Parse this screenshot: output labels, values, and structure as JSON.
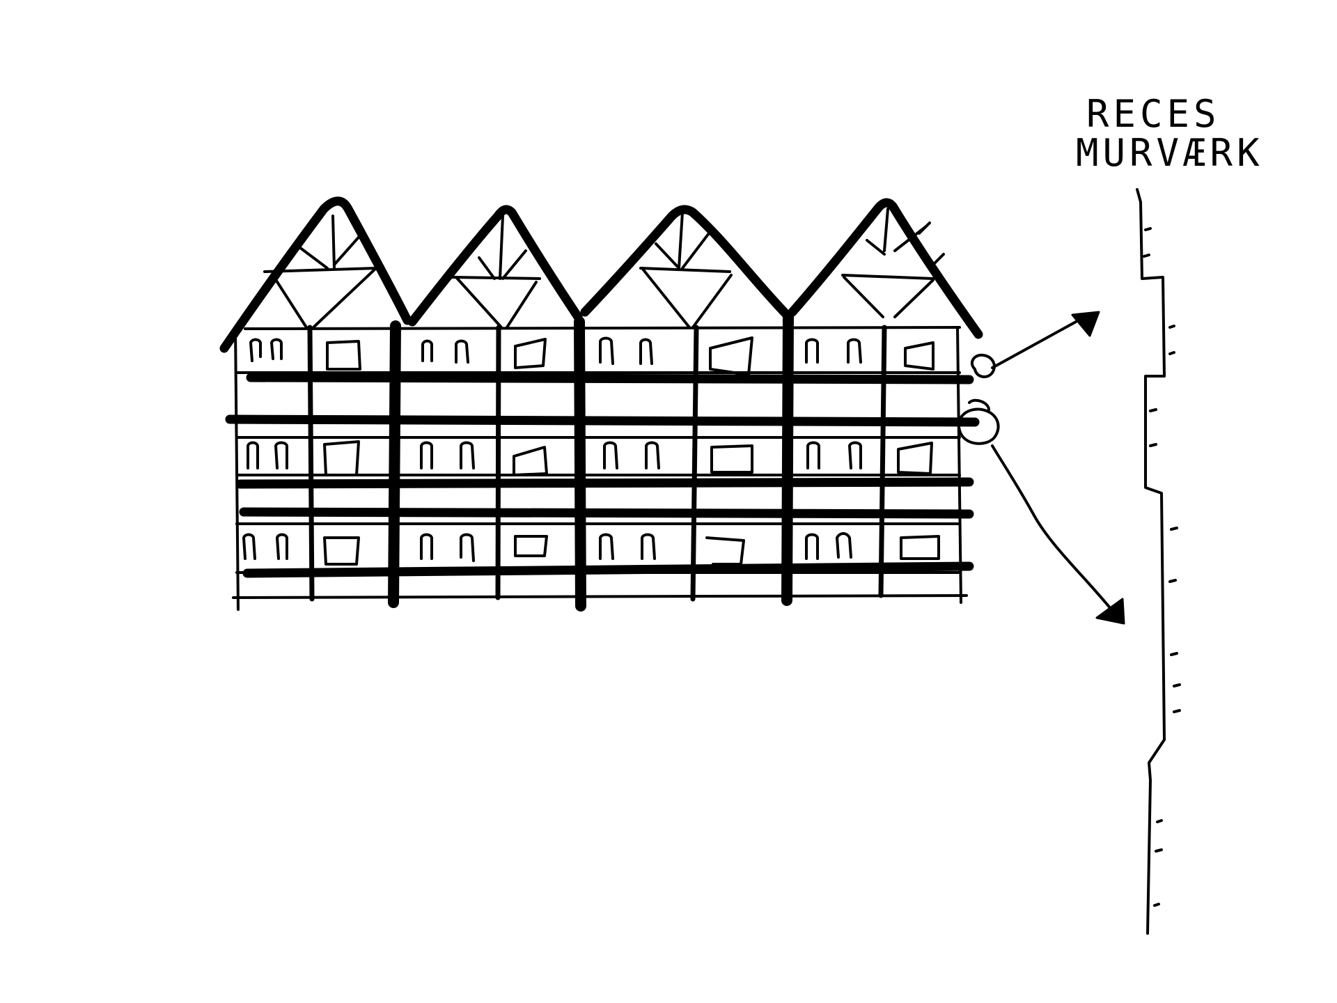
{
  "annotation": {
    "lines": [
      "RECES",
      "MURVÆRK"
    ]
  },
  "sketch": {
    "gables": 4,
    "floors": 3,
    "ink_color": "#000000",
    "paper_color": "#ffffff"
  }
}
